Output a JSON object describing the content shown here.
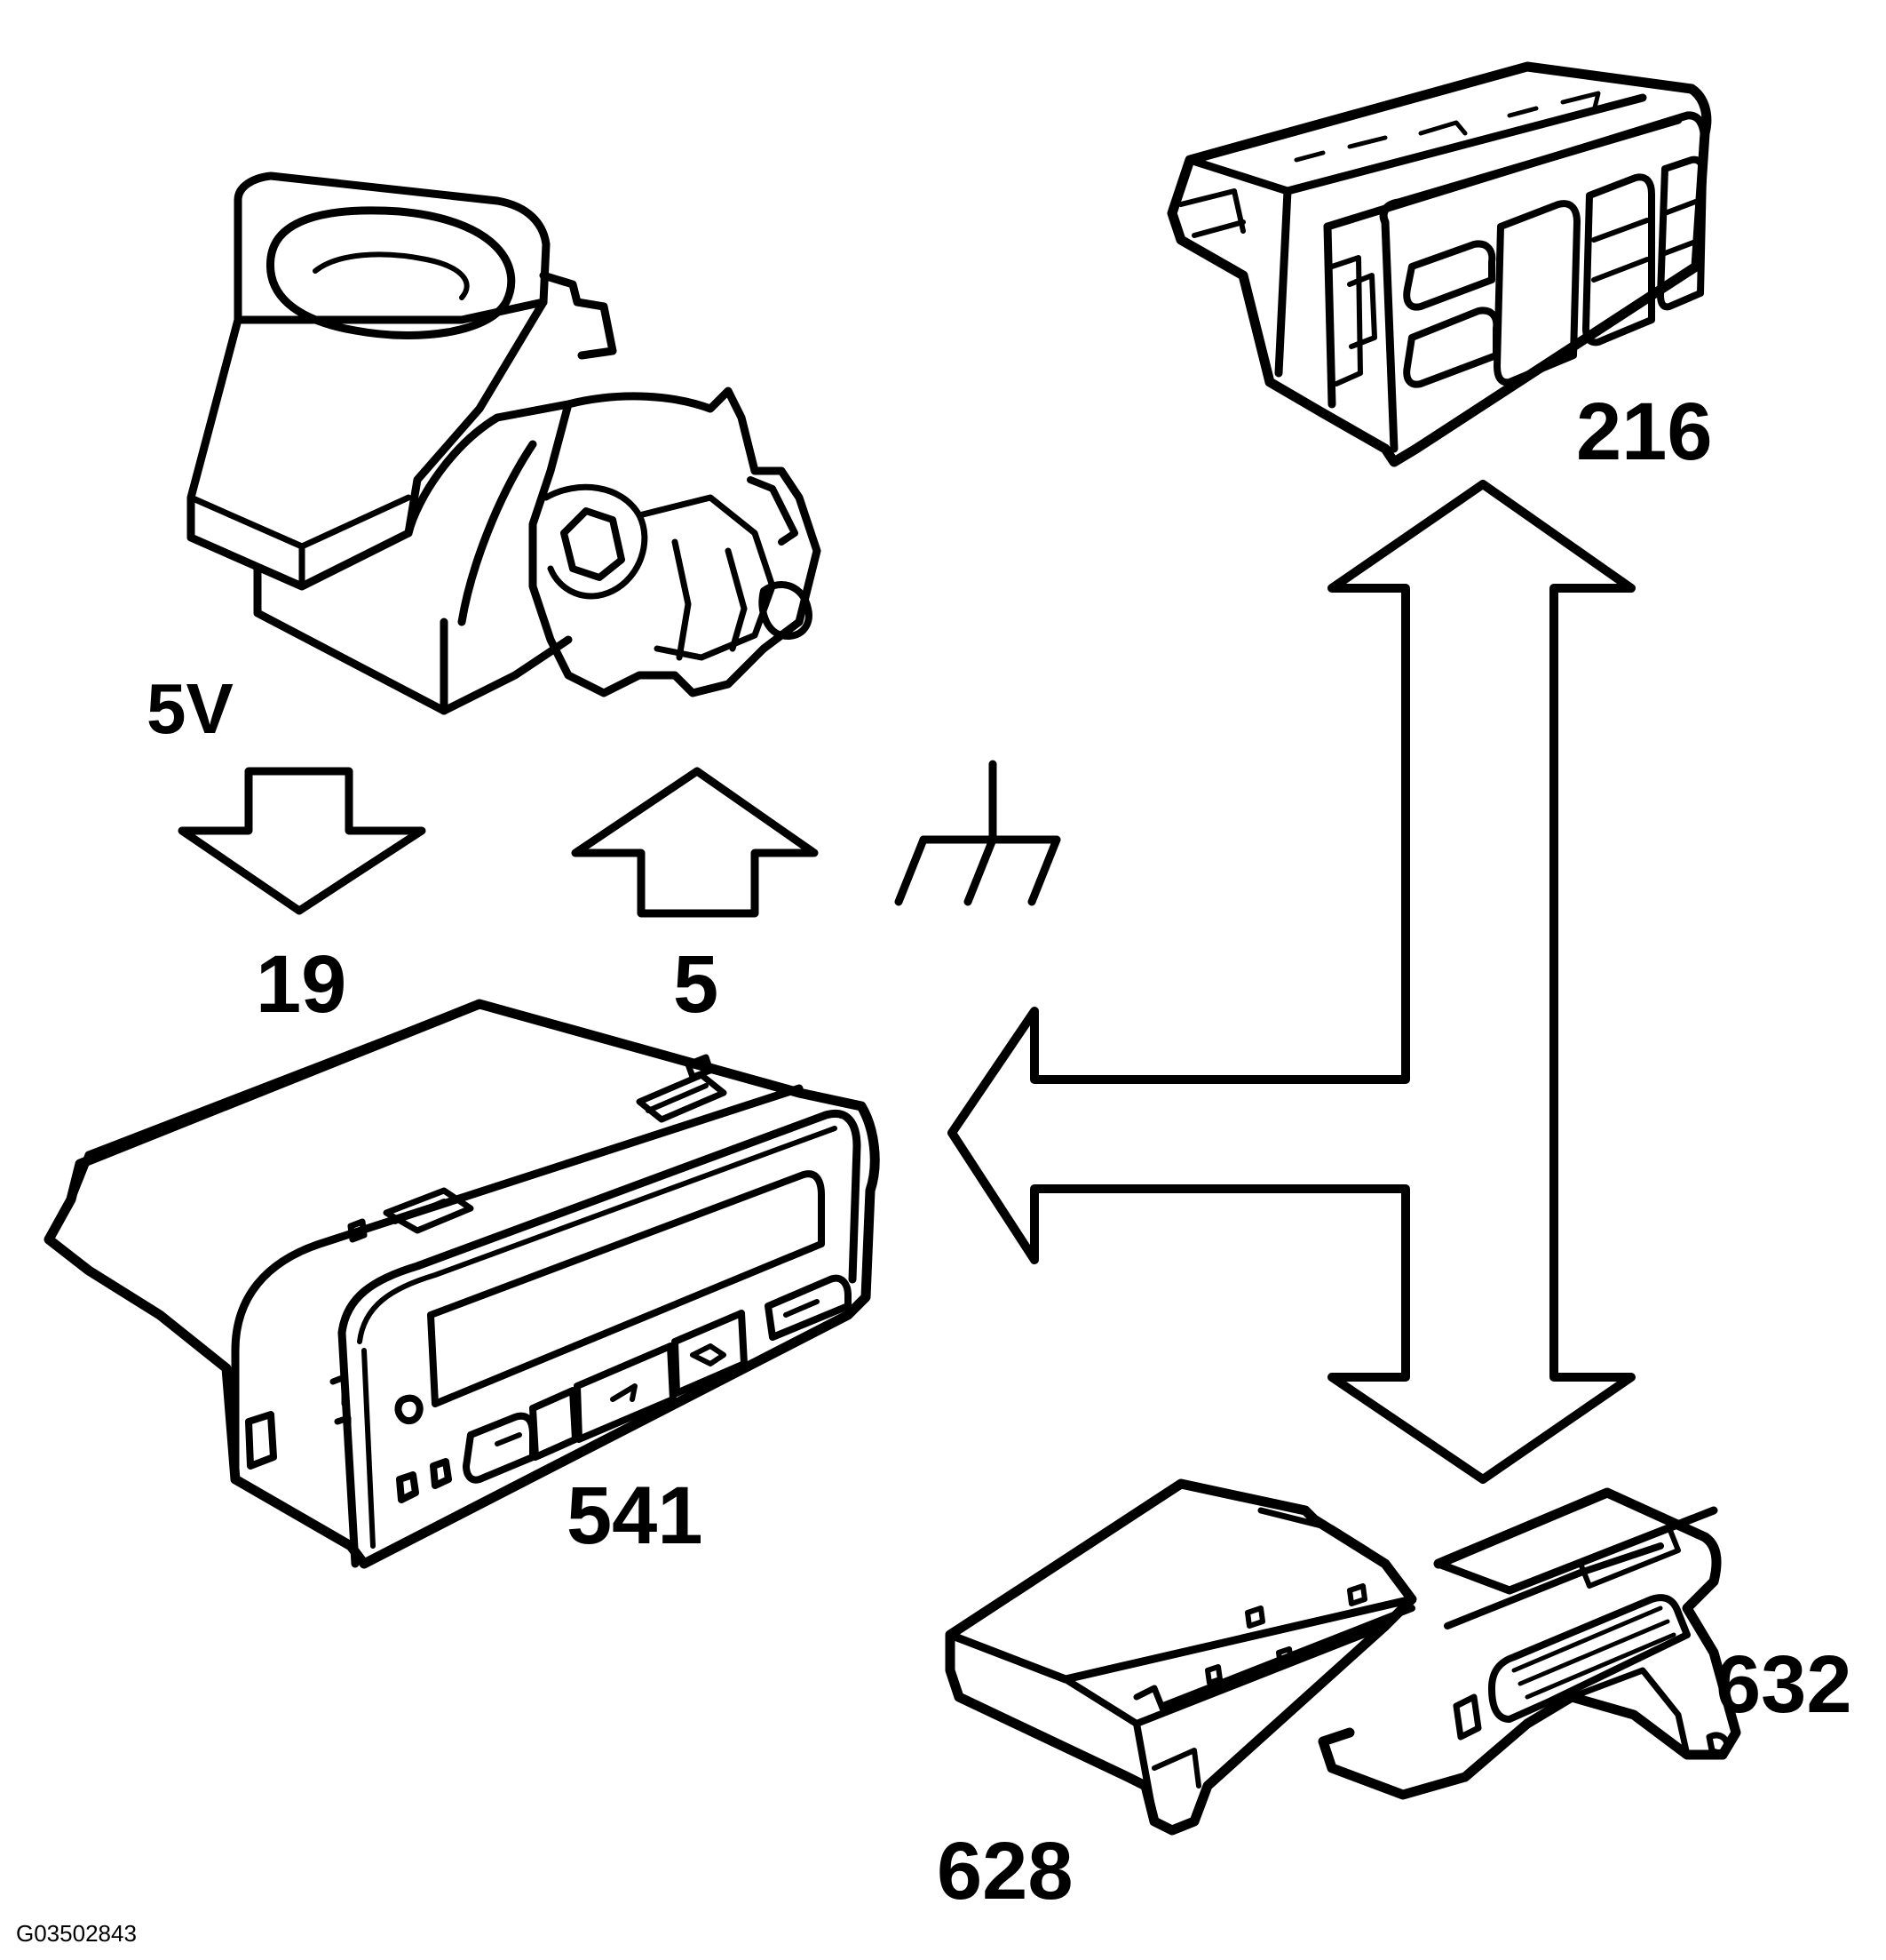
{
  "figure_code": "G03502843",
  "labels": {
    "supply_voltage": "5V",
    "pin_supply": "19",
    "pin_signal": "5",
    "display_module": "541",
    "climate_panel": "216",
    "control_module_a": "628",
    "control_module_b": "632"
  },
  "colors": {
    "ink": "#000000",
    "background": "#ffffff"
  }
}
